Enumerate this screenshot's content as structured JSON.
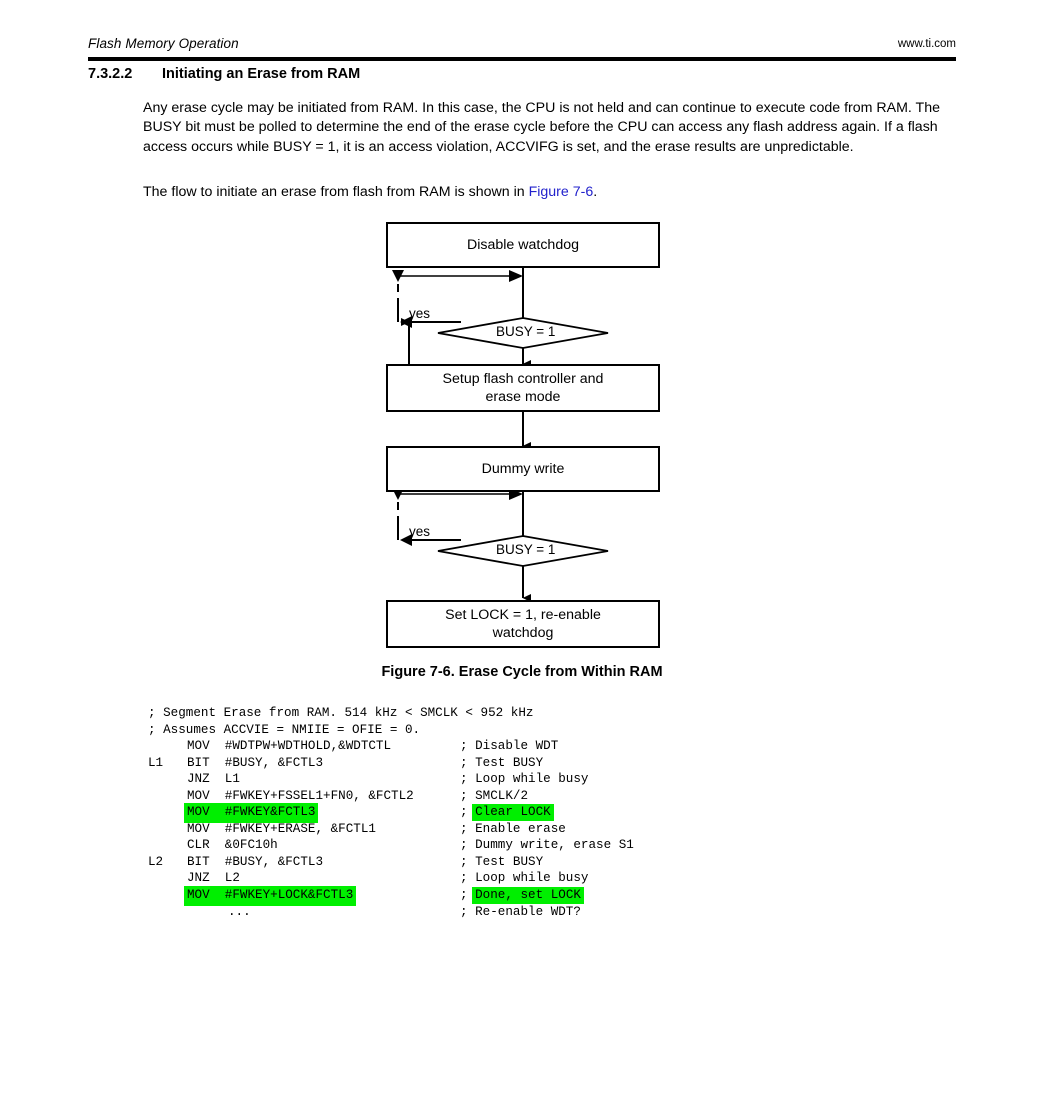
{
  "header": {
    "title": "Flash Memory Operation",
    "url": "www.ti.com"
  },
  "section": {
    "number": "7.3.2.2",
    "title": "Initiating an Erase from RAM"
  },
  "body": {
    "paragraph_1": "Any erase cycle may be initiated from RAM. In this case, the CPU is not held and can continue to execute code from RAM. The BUSY bit must be polled to determine the end of the erase cycle before the CPU can access any flash address again. If a flash access occurs while BUSY = 1, it is an access violation, ACCVIFG is set, and the erase results are unpredictable.",
    "paragraph_2_before": "The flow to initiate an erase from flash from RAM is shown in ",
    "paragraph_2_link": "Figure 7-6",
    "paragraph_2_after": "."
  },
  "flowchart": {
    "box_1": "Disable watchdog",
    "decision_1": "BUSY = 1",
    "decision_1_label": "yes",
    "box_2_line_1": "Setup flash controller and",
    "box_2_line_2": "erase mode",
    "box_3": "Dummy write",
    "decision_2": "BUSY = 1",
    "decision_2_label": "yes",
    "box_4_line_1": "Set LOCK = 1, re-enable",
    "box_4_line_2": "watchdog"
  },
  "figure": {
    "caption": "Figure 7-6. Erase Cycle from Within RAM"
  },
  "code": {
    "highlight_color": "#00ef00",
    "lines": [
      {
        "full": "; Segment Erase from RAM. 514 kHz < SMCLK < 952 kHz"
      },
      {
        "full": "; Assumes ACCVIE = NMIIE = OFIE = 0."
      },
      {
        "label": "",
        "mnemonic": "MOV",
        "operands": "#WDTPW+WDTHOLD,&WDTCTL",
        "comment": "; Disable WDT",
        "highlight": false
      },
      {
        "label": "L1",
        "mnemonic": "BIT",
        "operands": "#BUSY, &FCTL3",
        "comment": "; Test BUSY",
        "highlight": false
      },
      {
        "label": "",
        "mnemonic": "JNZ",
        "operands": "L1",
        "comment": "; Loop while busy",
        "highlight": false
      },
      {
        "label": "",
        "mnemonic": "MOV",
        "operands": "#FWKEY+FSSEL1+FN0, &FCTL2",
        "comment": "; SMCLK/2",
        "highlight": false
      },
      {
        "label": "",
        "mnemonic": "MOV",
        "operands": "#FWKEY&FCTL3",
        "comment": "; Clear LOCK",
        "highlight": true
      },
      {
        "label": "",
        "mnemonic": "MOV",
        "operands": "#FWKEY+ERASE, &FCTL1",
        "comment": "; Enable erase",
        "highlight": false
      },
      {
        "label": "",
        "mnemonic": "CLR",
        "operands": "&0FC10h",
        "comment": "; Dummy write, erase S1",
        "highlight": false
      },
      {
        "label": "L2",
        "mnemonic": "BIT",
        "operands": "#BUSY, &FCTL3",
        "comment": "; Test BUSY",
        "highlight": false
      },
      {
        "label": "",
        "mnemonic": "JNZ",
        "operands": "L2",
        "comment": "; Loop while busy",
        "highlight": false
      },
      {
        "label": "",
        "mnemonic": "MOV",
        "operands": "#FWKEY+LOCK&FCTL3",
        "comment": "; Done, set LOCK",
        "highlight": true
      },
      {
        "label": "",
        "mnemonic": "",
        "operands": "...",
        "comment": "; Re-enable WDT?",
        "highlight": false
      }
    ]
  }
}
